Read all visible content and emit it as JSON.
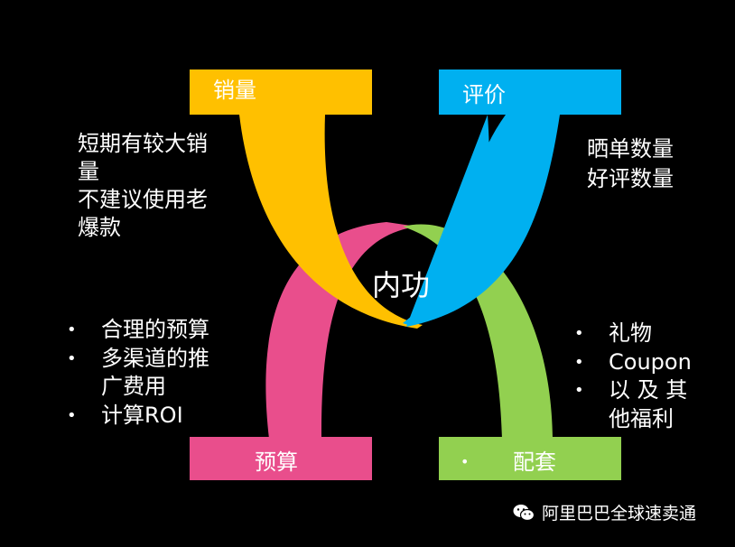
{
  "labels": {
    "sales": "销量",
    "reviews": "评价",
    "budget": "预算",
    "package": "配套",
    "center": "内功"
  },
  "sales_notes": [
    "短期有较大销",
    "量",
    "不建议使用老",
    "爆款"
  ],
  "review_notes": [
    "晒单数量",
    "好评数量"
  ],
  "budget_items": [
    {
      "bullet": "•",
      "lines": [
        "合理的预算"
      ]
    },
    {
      "bullet": "•",
      "lines": [
        "多渠道的推",
        "广费用"
      ]
    },
    {
      "bullet": "•",
      "lines": [
        "计算ROI"
      ]
    }
  ],
  "package_items": [
    {
      "bullet": "•",
      "lines": [
        "礼物"
      ]
    },
    {
      "bullet": "•",
      "lines": [
        "Coupon"
      ]
    },
    {
      "bullet": "•",
      "lines": [
        "以 及 其",
        "他福利"
      ]
    }
  ],
  "package_bullet": "•",
  "watermark": "阿里巴巴全球速卖通",
  "colors": {
    "sales": "#FFC000",
    "reviews": "#00B0F0",
    "budget": "#E94E8C",
    "package": "#92D050",
    "background": "#000000"
  }
}
